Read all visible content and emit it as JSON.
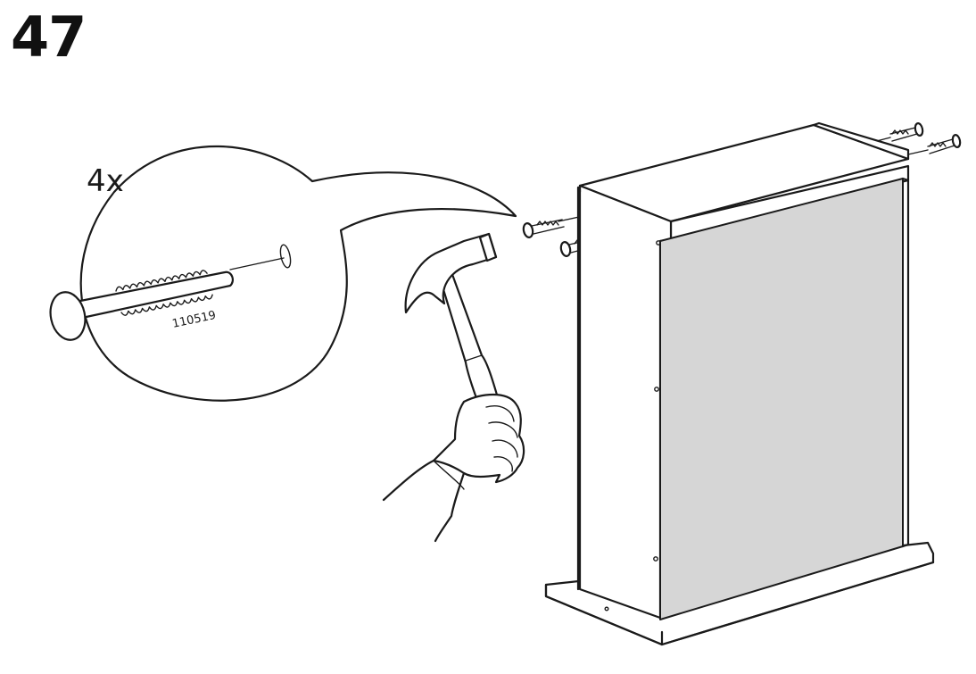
{
  "step": {
    "number": "47"
  },
  "callout": {
    "quantity": "4x",
    "part_number": "110519"
  },
  "icons": {
    "fastener": "ribbed-dowel-pin-icon",
    "tool": "hammer-icon",
    "hand": "hand-icon"
  },
  "colors": {
    "line": "#1a1a1a",
    "panel_fill": "#d6d6d6",
    "background": "#ffffff"
  }
}
